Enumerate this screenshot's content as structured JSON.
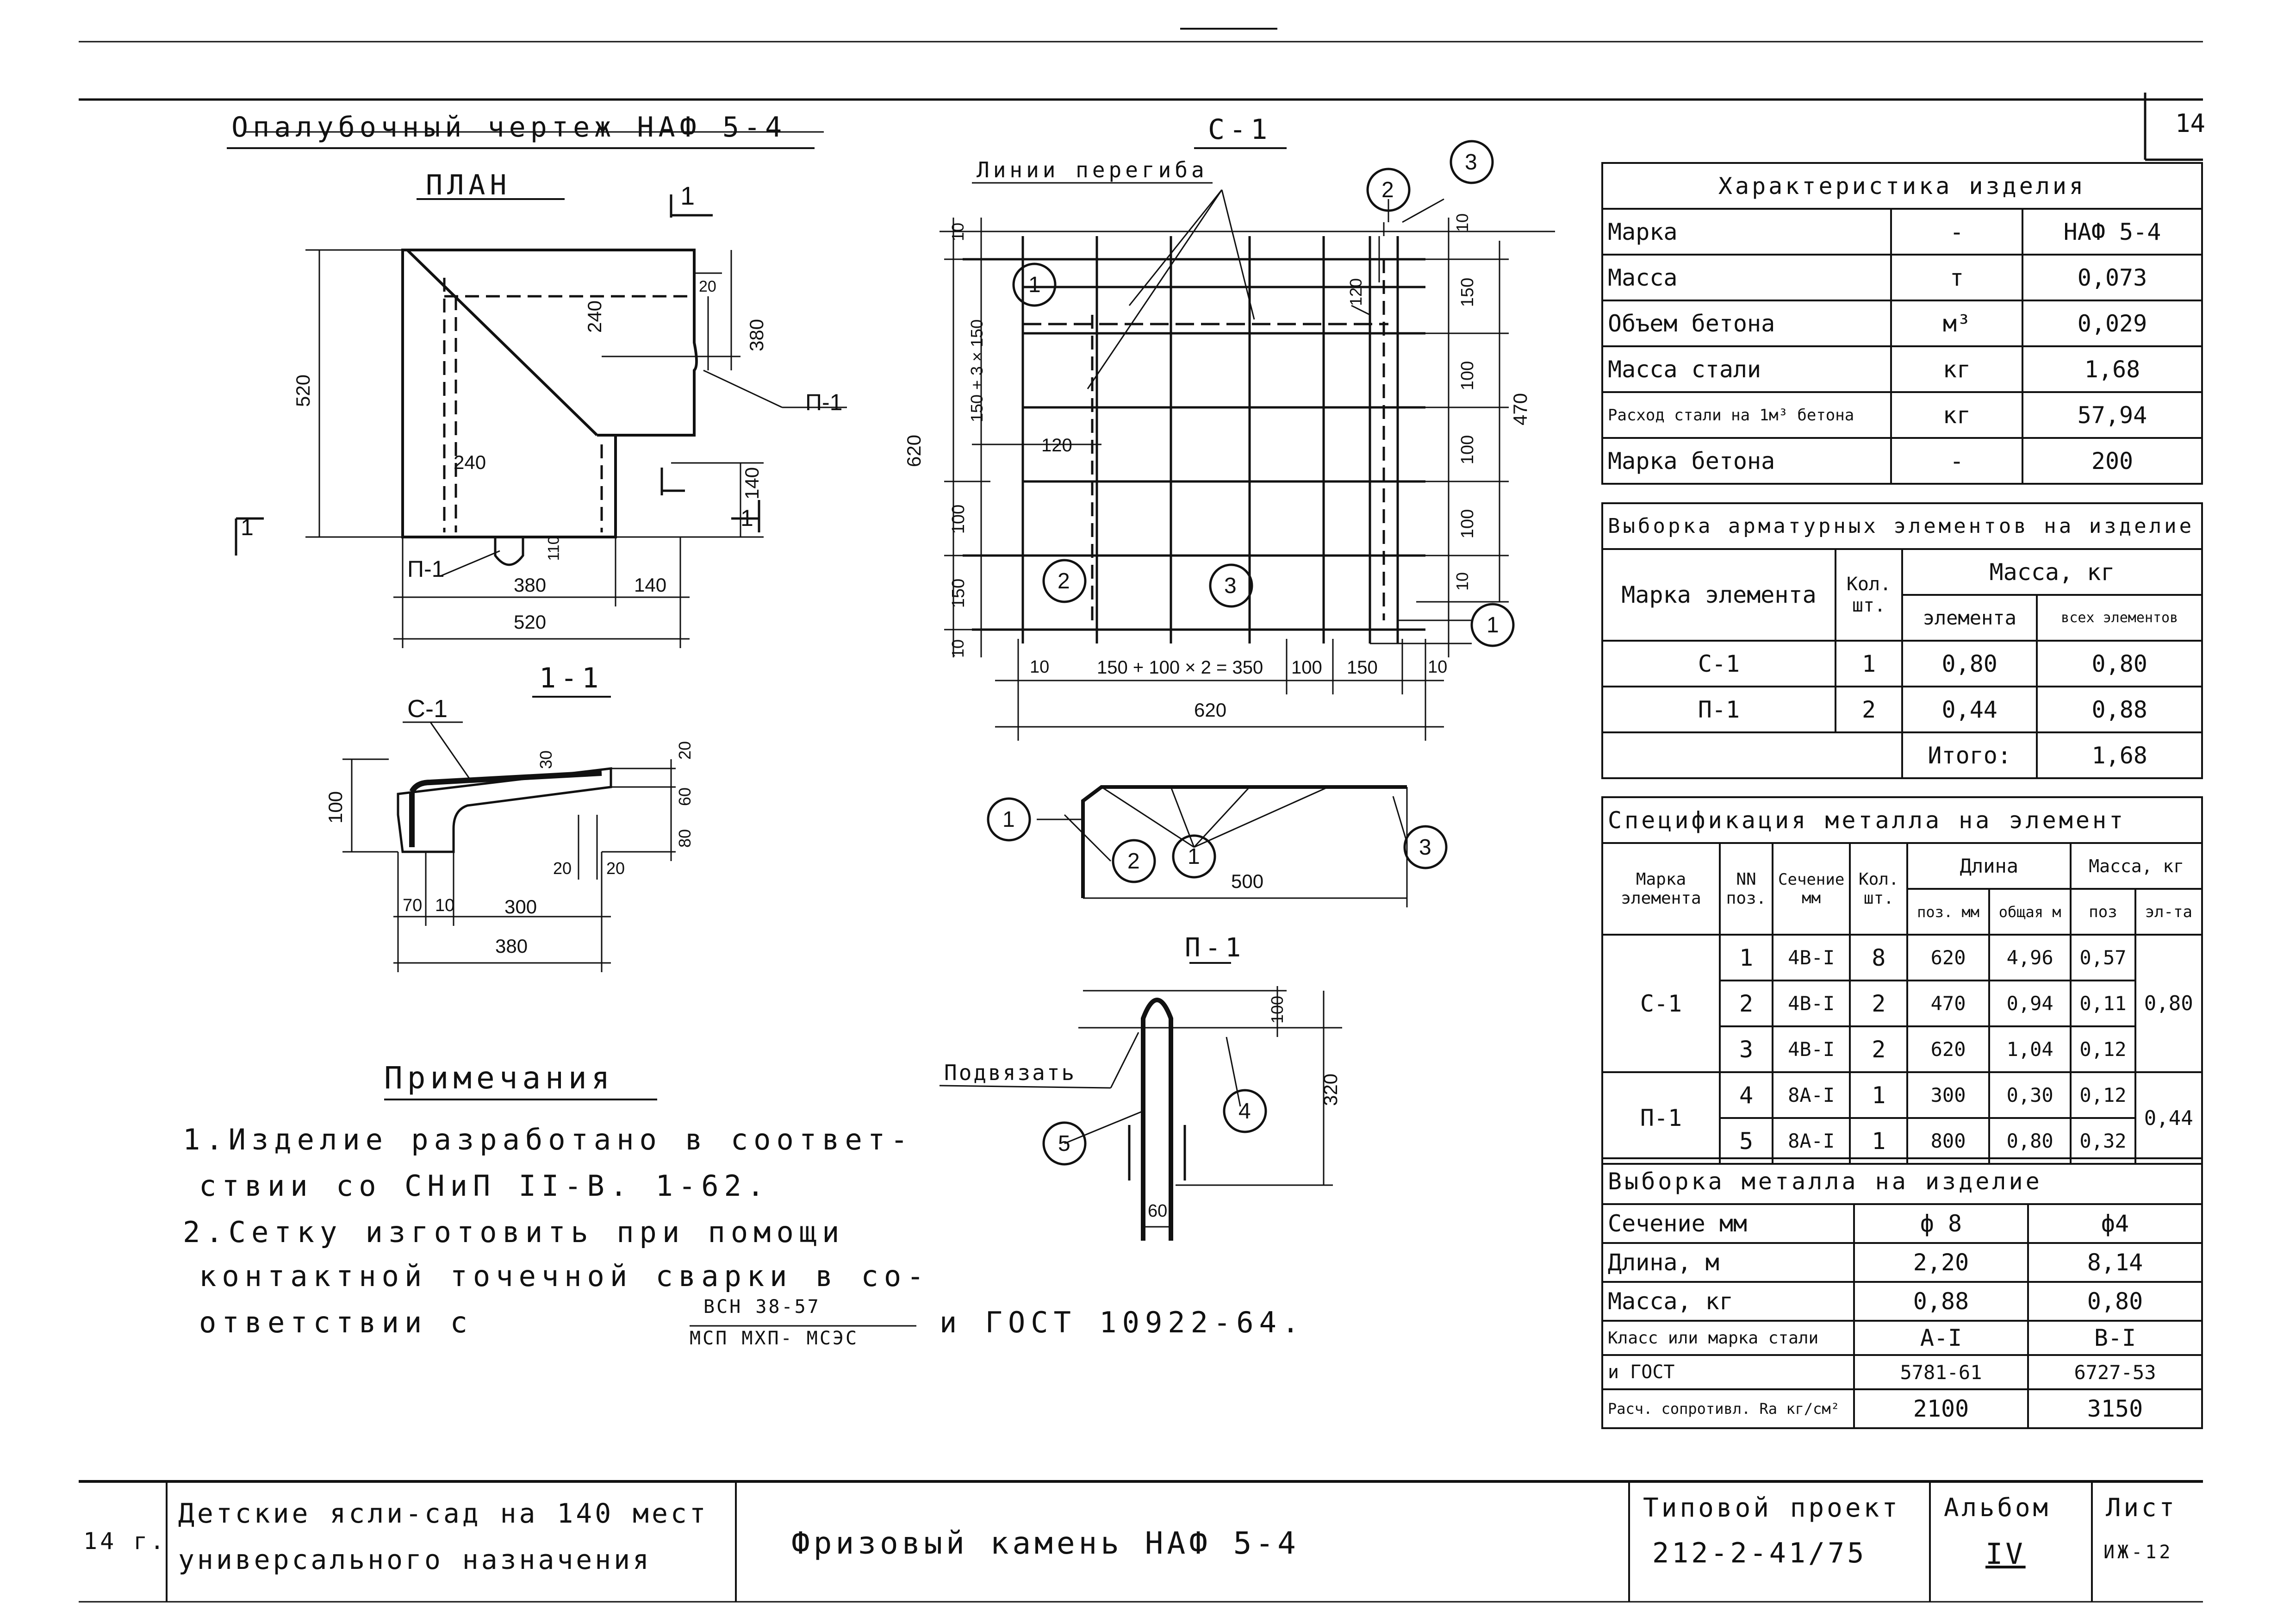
{
  "sheet": {
    "sheet_no_top": "14",
    "left_block": {
      "title": "Опалубочный чертеж  НАФ 5-4",
      "plan_label": "ПЛАН",
      "cut_mark": "1",
      "section_label": "1-1",
      "dims_plan": {
        "d520_left": "520",
        "d240_top": "240",
        "d20": "20",
        "d380": "380",
        "d240_mid": "240",
        "d140_right": "140",
        "d110": "110",
        "d380_bottom": "380",
        "d140_bottom": "140",
        "d520_bottom": "520"
      },
      "tags_plan": {
        "p1_right": "П-1",
        "p1_bottom": "П-1",
        "cut_1_left": "1",
        "cut_1_right": "1"
      },
      "dims_section": {
        "c1": "С-1",
        "d100": "100",
        "d30": "30",
        "d20_top": "20",
        "d60": "60",
        "d80": "80",
        "d20a": "20",
        "d20b": "20",
        "d70": "70",
        "d10": "10",
        "d300": "300",
        "d380": "380"
      }
    },
    "mid_block": {
      "mesh_label": "С-1",
      "bend_lines_label": "Линии перегиба",
      "pos": {
        "p1a": "1",
        "p2a": "2",
        "p3a": "3",
        "p1b": "1",
        "p2b": "2",
        "p3b": "3",
        "p1c": "1"
      },
      "dims": {
        "d10_top": "10",
        "d150_left": "150 + 3 × 150",
        "d620_left": "620",
        "d100_left": "100",
        "d150_lowleft": "150",
        "d10_bottom": "10",
        "d120_a": "120",
        "d120_b": "120",
        "d10_r": "10",
        "d150_r": "150",
        "d100_r1": "100",
        "d100_r2": "100",
        "d100_r3": "100",
        "d10_r2": "10",
        "d470": "470",
        "b10": "10",
        "b350": "150 + 100 × 2 = 350",
        "b100": "100",
        "b150": "150",
        "b10b": "10",
        "b620": "620"
      },
      "side_view": {
        "p1": "1",
        "p2": "2",
        "p1b": "1",
        "p3": "3",
        "d500": "500"
      },
      "loop": {
        "label": "П-1",
        "tie_label": "Подвязать",
        "p5": "5",
        "p4": "4",
        "d100": "100",
        "d320": "320",
        "d60": "60"
      }
    },
    "notes": {
      "heading": "Примечания",
      "lines": [
        "1.Изделие разработано в соответ-",
        "ствии со СНиП  II-В. 1-62.",
        "2.Сетку изготовить при помощи",
        "контактной точечной сварки в со-",
        "ответствии с"
      ],
      "frac_num": "ВСН 38-57",
      "frac_den": "МСП МХП- МСЭС",
      "tail": "и ГОСТ  10922-64."
    },
    "char_table": {
      "title": "Характеристика изделия",
      "rows": [
        [
          "Марка",
          "-",
          "НАФ 5-4"
        ],
        [
          "Масса",
          "т",
          "0,073"
        ],
        [
          "Объем бетона",
          "м³",
          "0,029"
        ],
        [
          "Масса стали",
          "кг",
          "1,68"
        ],
        [
          "Расход стали на 1м³ бетона",
          "кг",
          "57,94"
        ],
        [
          "Марка бетона",
          "-",
          "200"
        ]
      ]
    },
    "armature_table": {
      "title": "Выборка арматурных элементов на изделие",
      "head_mark": "Марка элемента",
      "head_qty": "Кол. шт.",
      "head_mass": "Масса, кг",
      "head_el": "элемента",
      "head_all": "всех элементов",
      "rows": [
        [
          "С-1",
          "1",
          "0,80",
          "0,80"
        ],
        [
          "П-1",
          "2",
          "0,44",
          "0,88"
        ]
      ],
      "total_label": "Итого:",
      "total_value": "1,68"
    },
    "metal_spec": {
      "title": "Спецификация металла на элемент",
      "h_mark": "Марка элемента",
      "h_pos": "NN поз.",
      "h_sec": "Сечение мм",
      "h_qty": "Кол. шт.",
      "h_len": "Длина",
      "h_len_pos": "поз. мм",
      "h_len_tot": "общая м",
      "h_mass": "Масса, кг",
      "h_mass_pos": "поз",
      "h_mass_el": "эл-та",
      "groups": [
        {
          "mark": "С-1",
          "total": "0,80",
          "rows": [
            [
              "1",
              "4В-I",
              "8",
              "620",
              "4,96",
              "0,57"
            ],
            [
              "2",
              "4В-I",
              "2",
              "470",
              "0,94",
              "0,11"
            ],
            [
              "3",
              "4В-I",
              "2",
              "620",
              "1,04",
              "0,12"
            ]
          ]
        },
        {
          "mark": "П-1",
          "total": "0,44",
          "rows": [
            [
              "4",
              "8А-I",
              "1",
              "300",
              "0,30",
              "0,12"
            ],
            [
              "5",
              "8А-I",
              "1",
              "800",
              "0,80",
              "0,32"
            ]
          ]
        }
      ]
    },
    "metal_sample": {
      "title": "Выборка металла на изделие",
      "rows": [
        [
          "Сечение  мм",
          "ф 8",
          "ф4"
        ],
        [
          "Длина,    м",
          "2,20",
          "8,14"
        ],
        [
          "Масса,   кг",
          "0,88",
          "0,80"
        ],
        [
          "Класс или марка стали",
          "А-I",
          "В-I"
        ],
        [
          "и ГОСТ",
          "5781-61",
          "6727-53"
        ],
        [
          "Расч. сопротивл. Ra кг/см²",
          "2100",
          "3150"
        ]
      ]
    },
    "stamp": {
      "left_code": "14 г.",
      "object_line1": "Детские ясли-сад на 140 мест",
      "object_line2": "универсального назначения",
      "drawing_title": "Фризовый камень  НАФ 5-4",
      "project_label": "Типовой проект",
      "project_no": "212-2-41/75",
      "album_label": "Альбом",
      "album_no": "IV",
      "sheet_label": "Лист",
      "sheet_no": "ИЖ-12"
    }
  }
}
